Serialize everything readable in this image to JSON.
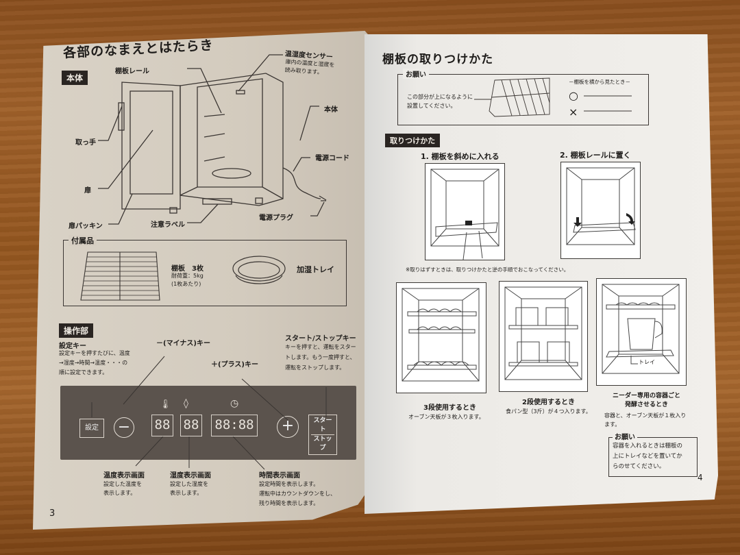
{
  "left_page": {
    "title": "各部のなまえとはたらき",
    "page_number": "3",
    "section_body": "本体",
    "body_labels": {
      "shelf_rail": "棚板レール",
      "sensor_title": "温湿度センサー",
      "sensor_desc_1": "庫内の温度と湿度を",
      "sensor_desc_2": "読み取ります。",
      "main_body": "本体",
      "handle": "取っ手",
      "door": "扉",
      "power_cord": "電源コード",
      "door_gasket": "扉パッキン",
      "caution_label": "注意ラベル",
      "power_plug": "電源プラグ"
    },
    "accessories": {
      "title": "付属品",
      "shelf_name": "棚板　3枚",
      "shelf_load": "耐荷重：5kg",
      "shelf_load_note": "(1枚あたり)",
      "tray_name": "加湿トレイ"
    },
    "section_controls": "操作部",
    "controls": {
      "set_key_title": "設定キー",
      "set_key_desc_1": "設定キーを押すたびに、温度",
      "set_key_desc_2": "→湿度→時間→温度・・・の",
      "set_key_desc_3": "順に設定できます。",
      "minus_key_title": "－(マイナス)キー",
      "plus_key_title": "＋(プラス)キー",
      "start_stop_title": "スタート/ストップキー",
      "start_stop_desc_1": "キーを押すと、運転をスター",
      "start_stop_desc_2": "トします。もう一度押すと、",
      "start_stop_desc_3": "運転をストップします。",
      "temp_display_title": "温度表示画面",
      "temp_display_desc_1": "設定した温度を",
      "temp_display_desc_2": "表示します。",
      "humid_display_title": "湿度表示画面",
      "humid_display_desc_1": "設定した湿度を",
      "humid_display_desc_2": "表示します。",
      "time_display_title": "時間表示画面",
      "time_display_desc_1": "設定時間を表示します。",
      "time_display_desc_2": "運転中はカウントダウンをし、",
      "time_display_desc_3": "残り時間を表示します。"
    },
    "panel": {
      "set_button": "設定",
      "minus_button": "−",
      "temp_value": "88",
      "humid_value": "88",
      "time_value": "88:88",
      "plus_button": "+",
      "start_label": "スタート",
      "stop_label": "ストップ",
      "icons": [
        "thermometer-icon",
        "droplet-icon",
        "clock-icon"
      ]
    }
  },
  "right_page": {
    "title": "棚板の取りつけかた",
    "page_number": "4",
    "request": {
      "title": "お願い",
      "text_1": "この部分が上になるように",
      "text_2": "設置してください。",
      "side_view_title": "－棚板を横から見たとき－",
      "ok_mark": "○",
      "ng_mark": "×"
    },
    "section_install": "取りつけかた",
    "step1": "1. 棚板を斜めに入れる",
    "step2": "2. 棚板レールに置く",
    "removal_note": "※取りはずすときは、取りつけかたと逆の手順でおこなってください。",
    "usage": [
      {
        "title": "3段使用するとき",
        "desc": "オーブン天板が３枚入ります。"
      },
      {
        "title": "2段使用するとき",
        "desc": "食パン型（3斤）が４つ入ります。"
      },
      {
        "title_1": "ニーダー専用の容器ごと",
        "title_2": "発酵させるとき",
        "desc_1": "容器と、オーブン天板が１枚入り",
        "desc_2": "ます。",
        "tray_label": "トレイ"
      }
    ],
    "request2": {
      "title": "お願い",
      "text_1": "容器を入れるときは棚板の",
      "text_2": "上にトレイなどを置いてか",
      "text_3": "らのせてください。"
    }
  }
}
